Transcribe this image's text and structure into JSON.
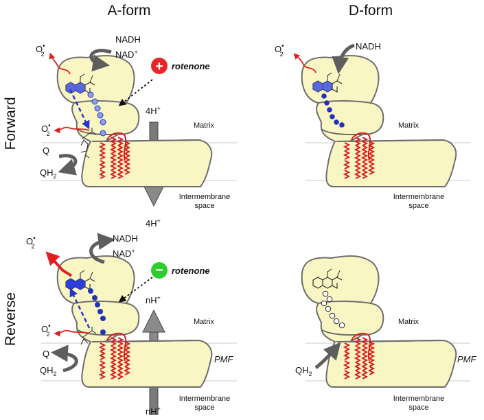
{
  "columns": {
    "a_form": "A-form",
    "d_form": "D-form"
  },
  "rows": {
    "forward": "Forward",
    "reverse": "Reverse"
  },
  "labels": {
    "nadh": "NADH",
    "nad": "NAD",
    "nad_sup": "+",
    "superoxide": "O",
    "superoxide_sub": "2",
    "superoxide_sup": "•",
    "q": "Q",
    "qh2": "QH",
    "qh2_sub": "2",
    "rotenone": "rotenone",
    "plus_sign": "+",
    "minus_sign": "−",
    "matrix": "Matrix",
    "intermembrane_1": "Intermembrane",
    "intermembrane_2": "space",
    "pmf": "PMF",
    "forward_protons_top": "4H",
    "forward_protons_bottom": "4H",
    "reverse_protons_top": "nH",
    "reverse_protons_bottom": "nH",
    "h_sup": "+"
  },
  "colors": {
    "complex_fill": "#faf6c4",
    "complex_stroke": "#6d6d6d",
    "arrow_gray": "#5e5e5e",
    "red": "#e02020",
    "blue": "#2238c8",
    "blue_dot": "#6f86d8",
    "rotenone_positive": "#e8262a",
    "rotenone_negative": "#2ecc2e",
    "membrane_line": "#c8c8c8"
  }
}
